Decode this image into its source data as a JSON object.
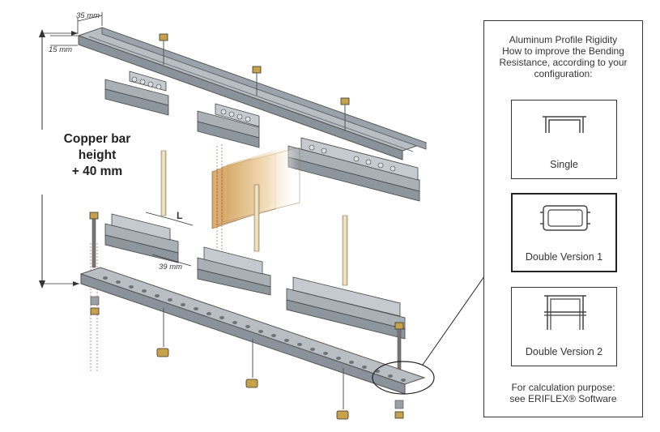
{
  "dimensions": {
    "width_label": "35 mm",
    "depth_label": "15 mm",
    "length_label": "L",
    "spacing_label": "39 mm"
  },
  "copper_bar": {
    "line1": "Copper bar",
    "line2": "height",
    "line3": "+ 40 mm"
  },
  "panel": {
    "title_lines": [
      "Aluminum Profile Rigidity",
      "How to improve the Bending",
      "Resistance, according to your",
      "configuration:"
    ],
    "options": [
      {
        "label": "Single"
      },
      {
        "label": "Double Version 1"
      },
      {
        "label": "Double Version 2"
      }
    ],
    "footer_lines": [
      "For calculation purpose:",
      "see ERIFLEX® Software"
    ]
  },
  "colors": {
    "profile": "#9aa3ab",
    "support": "#a9b0b6",
    "copper_sheet": "#e8c89a",
    "rod": "#efe2c0",
    "nut": "#c8a24a"
  }
}
